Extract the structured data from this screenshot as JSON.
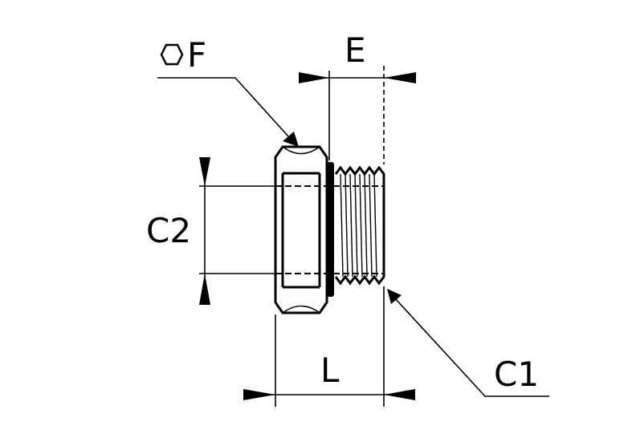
{
  "labels": {
    "hex_size": "F",
    "thread_length": "E",
    "bore_diameter": "C2",
    "thread_size": "C1",
    "overall_length": "L"
  },
  "colors": {
    "line": "#000000",
    "background": "#ffffff"
  },
  "icons": {
    "hex_symbol": "hexagon-icon"
  }
}
